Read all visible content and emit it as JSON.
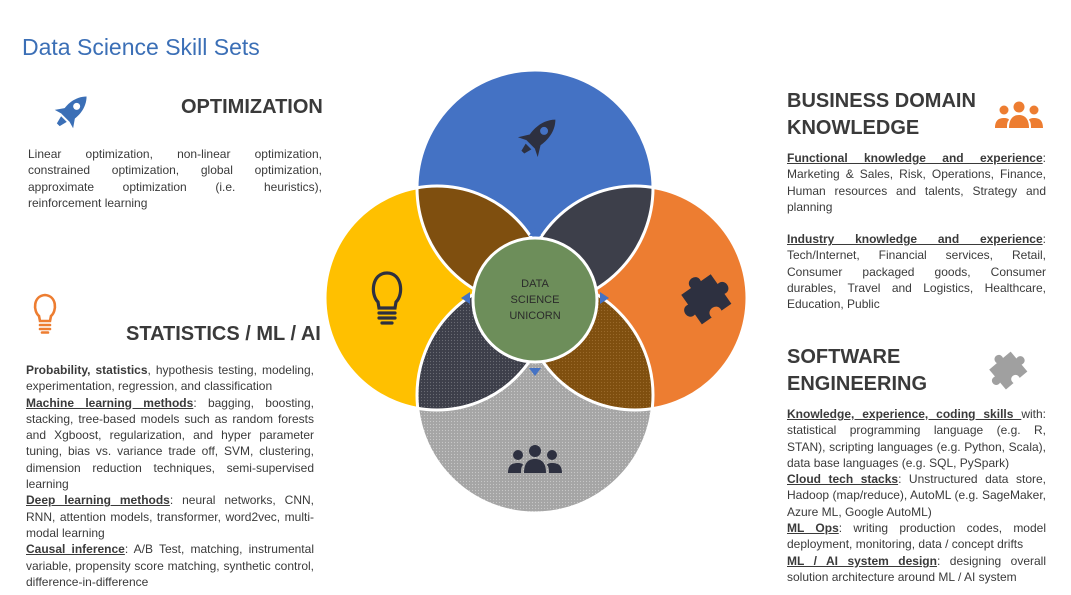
{
  "title": "Data Science Skill Sets",
  "venn": {
    "center_lines": [
      "DATA",
      "SCIENCE",
      "UNICORN"
    ],
    "colors": {
      "top": "#4472c4",
      "right": "#ed7d31",
      "bottom": "#a5a5a5",
      "left": "#ffc000",
      "overlap_brown": "#7f4f0f",
      "overlap_dark": "#3d3f4a",
      "center": "#6d8e5a",
      "outline": "#ffffff"
    },
    "icons": {
      "top": "rocket-icon",
      "right": "puzzle-icon",
      "bottom": "people-icon",
      "left": "lightbulb-icon"
    }
  },
  "optimization": {
    "heading": "OPTIMIZATION",
    "text": "Linear optimization, non-linear optimization, constrained optimization, global optimization, approximate optimization (i.e. heuristics), reinforcement learning"
  },
  "statistics": {
    "heading": "STATISTICS / ML / AI",
    "items": [
      {
        "key": "Probability, statistics",
        "style": "bold",
        "text": ", hypothesis testing, modeling, experimentation, regression, and classification"
      },
      {
        "key": "Machine learning methods",
        "style": "underline",
        "text": ": bagging, boosting, stacking, tree-based models such as random forests and Xgboost, regularization, and hyper parameter tuning, bias vs. variance trade off, SVM, clustering, dimension reduction techniques, semi-supervised learning"
      },
      {
        "key": "Deep learning methods",
        "style": "underline",
        "text": ": neural networks, CNN, RNN, attention models, transformer, word2vec, multi-modal learning"
      },
      {
        "key": "Causal inference",
        "style": "underline",
        "text": ": A/B Test, matching, instrumental variable, propensity score matching, synthetic control, difference-in-difference"
      }
    ]
  },
  "business": {
    "heading_line1": "BUSINESS DOMAIN",
    "heading_line2": "KNOWLEDGE",
    "items": [
      {
        "key": "Functional knowledge and experience",
        "text": ": Marketing & Sales, Risk, Operations, Finance, Human resources and talents, Strategy and planning"
      },
      {
        "key": "Industry knowledge and experience",
        "text": ": Tech/Internet, Financial services, Retail, Consumer packaged goods, Consumer durables, Travel and Logistics, Healthcare, Education, Public"
      }
    ]
  },
  "software": {
    "heading_line1": "SOFTWARE",
    "heading_line2": "ENGINEERING",
    "items": [
      {
        "key": "Knowledge, experience, coding skills ",
        "text": "with: statistical programming language (e.g. R, STAN), scripting languages (e.g. Python, Scala), data base languages (e.g. SQL, PySpark)"
      },
      {
        "key": "Cloud tech stacks",
        "text": ": Unstructured data store, Hadoop (map/reduce), AutoML (e.g. SageMaker, Azure ML, Google AutoML)"
      },
      {
        "key": "ML Ops",
        "text": ": writing production codes, model deployment, monitoring, data / concept drifts"
      },
      {
        "key": "ML / AI system design",
        "text": ": designing overall solution architecture around ML / AI system"
      }
    ]
  }
}
